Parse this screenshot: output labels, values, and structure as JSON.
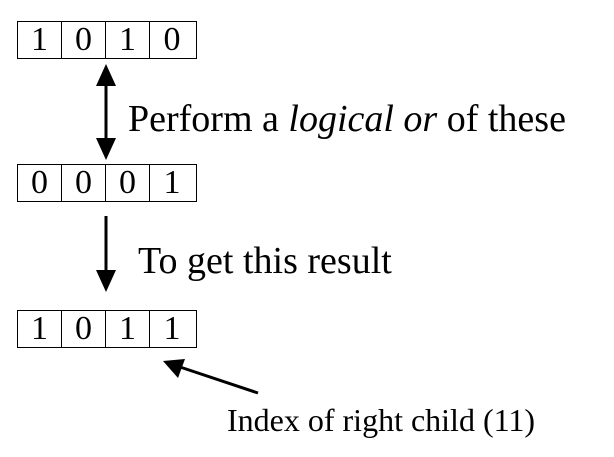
{
  "rows": {
    "first": [
      "1",
      "0",
      "1",
      "0"
    ],
    "second": [
      "0",
      "0",
      "0",
      "1"
    ],
    "result": [
      "1",
      "0",
      "1",
      "1"
    ]
  },
  "labels": {
    "or_prefix": "Perform a ",
    "or_italic": "logical or",
    "or_suffix": " of these",
    "result": "To get this result",
    "index": "Index of right child (11)"
  }
}
